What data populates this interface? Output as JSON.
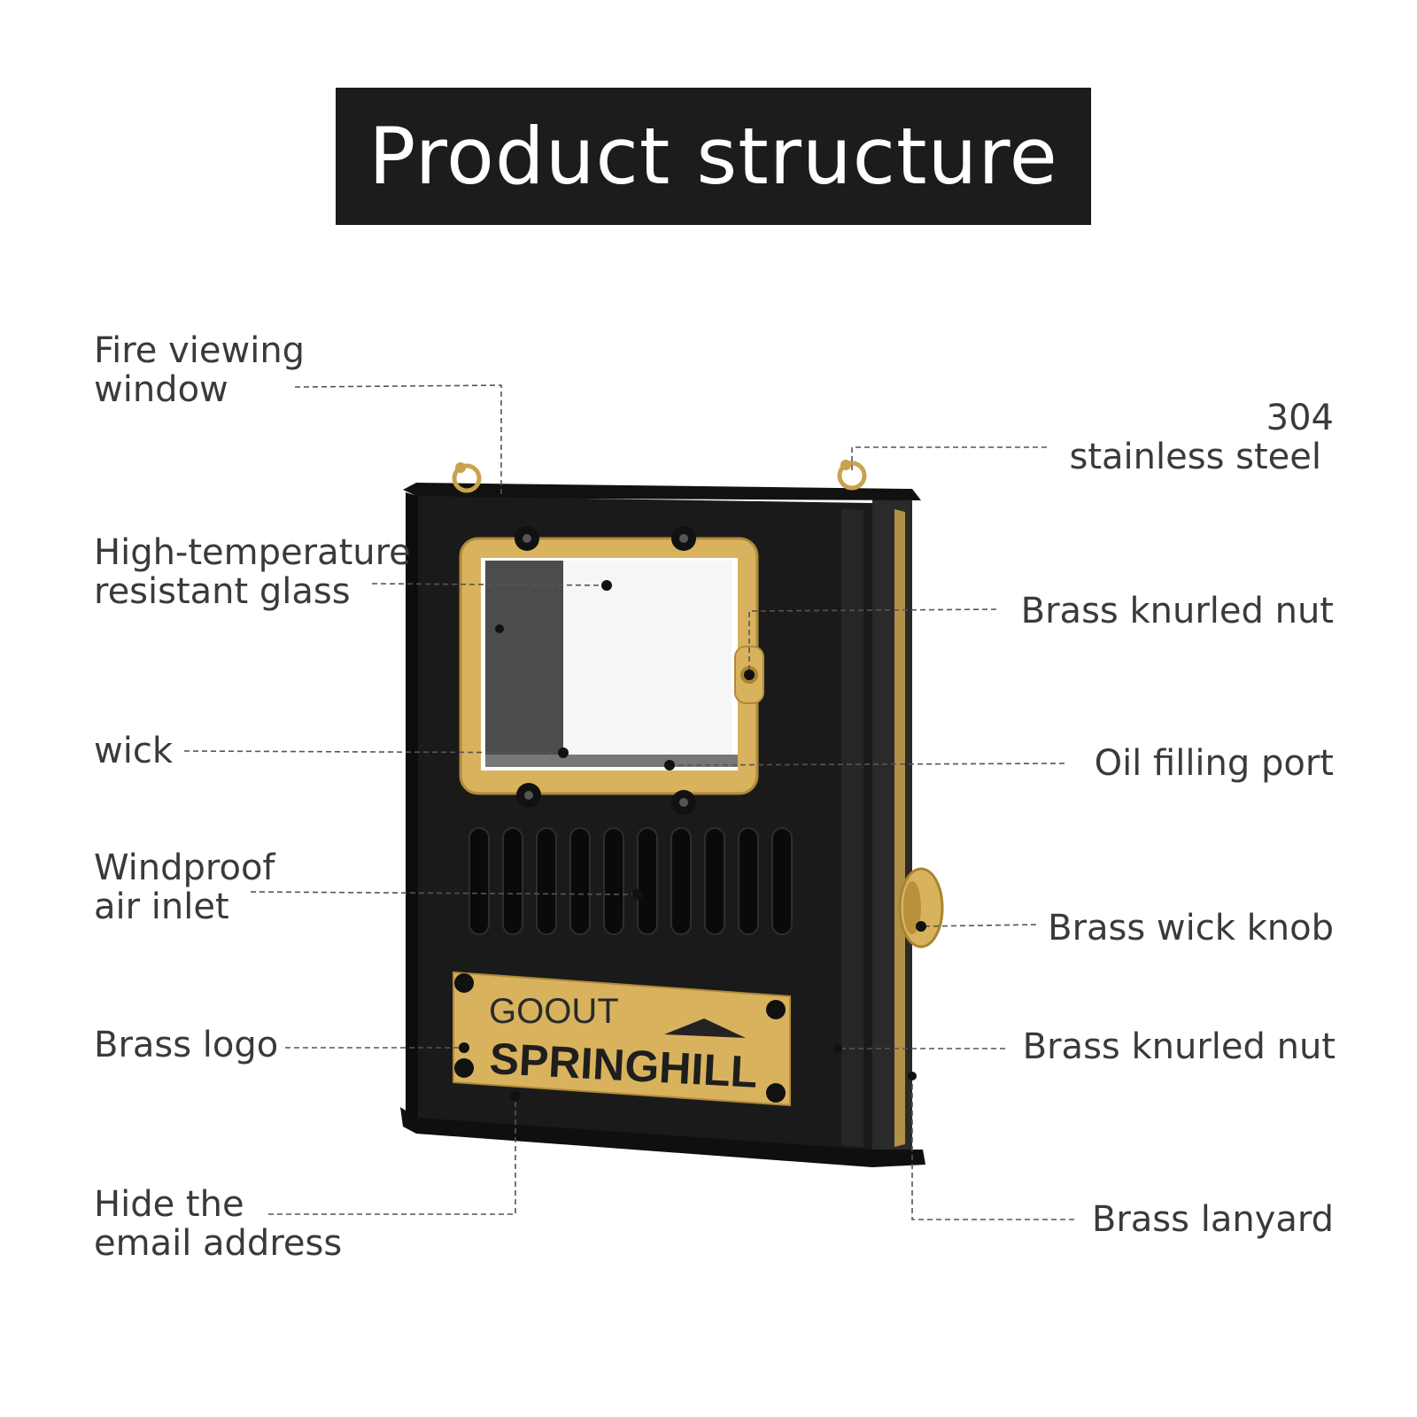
{
  "title": "Product structure",
  "colors": {
    "title_bg": "#1c1c1c",
    "label_text": "#3a3a3a",
    "leader_line": "#555555",
    "body": "#1a1a1a",
    "brass": "#d9b25e"
  },
  "logo": {
    "line1": "GOOUT",
    "line2": "SPRINGHILL"
  },
  "labels": {
    "fire_viewing_window": [
      "Fire viewing",
      "window"
    ],
    "high_temp_glass": [
      "High-temperature",
      "resistant glass"
    ],
    "wick": [
      "wick"
    ],
    "windproof_air_inlet": [
      "Windproof",
      "air inlet"
    ],
    "brass_logo": [
      "Brass logo"
    ],
    "hide_email": [
      "Hide the",
      "email address"
    ],
    "stainless_steel": [
      "304",
      "stainless steel"
    ],
    "brass_knurled_nut_top": [
      "Brass knurled nut"
    ],
    "oil_filling_port": [
      "Oil filling port"
    ],
    "brass_wick_knob": [
      "Brass wick knob"
    ],
    "brass_knurled_nut_bottom": [
      "Brass knurled nut"
    ],
    "brass_lanyard": [
      "Brass lanyard"
    ]
  }
}
